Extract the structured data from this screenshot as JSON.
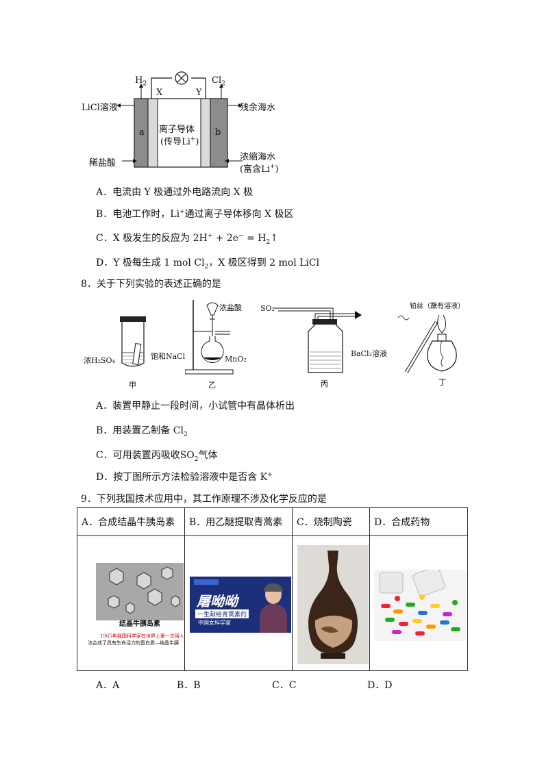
{
  "battery": {
    "h2": "H",
    "h2_sub": "2",
    "cl2": "Cl",
    "cl2_sub": "2",
    "x": "X",
    "y": "Y",
    "left_top": "LiCl溶液",
    "left_bottom": "稀盐酸",
    "electrode_a": "a",
    "electrode_b": "b",
    "center_line1": "离子导体",
    "center_line2_pre": "(传导Li",
    "center_line2_sup": "+",
    "center_line2_post": ")",
    "right_top": "残余海水",
    "right_bottom1": "浓缩海水",
    "right_bottom2_pre": "(富含Li",
    "right_bottom2_sup": "+",
    "right_bottom2_post": ")"
  },
  "q7": {
    "a": "A．电流由 Y 极通过外电路流向 X 极",
    "b_pre": "B．电池工作时，Li",
    "b_sup": "+",
    "b_post": "通过离子导体移向 X 极区",
    "c_pre": "C．X 极发生的反应为 2H",
    "c_sup1": "+",
    "c_mid": " + 2e",
    "c_sup2": "−",
    "c_eq": " = H",
    "c_sub": "2",
    "c_arrow": "↑",
    "d_pre": "D．Y 极每生成 1 mol Cl",
    "d_sub": "2",
    "d_post": "，X 极区得到 2 mol LiCl"
  },
  "q8": {
    "stem": "8．关于下列实验的表述正确的是",
    "jia_acid": "浓H₂SO₄",
    "jia_nacl": "饱和NaCl",
    "jia": "甲",
    "yi_hcl": "浓盐酸",
    "yi_mno2": "MnO₂",
    "yi": "乙",
    "bing_so2": "SO₂",
    "bing_bacl2": "BaCl₂溶液",
    "bing": "丙",
    "ding_wire": "铂丝（蘸有溶液）",
    "ding": "丁",
    "a": "A．装置甲静止一段时间，小试管中有晶体析出",
    "b_pre": "B．用装置乙制备 Cl",
    "b_sub": "2",
    "c_pre": "C．可用装置丙吸收SO",
    "c_sub": "2",
    "c_post": "气体",
    "d_pre": "D．按丁图所示方法检验溶液中是否含 K",
    "d_sup": "+"
  },
  "q9": {
    "stem": "9．下列我国技术应用中，其工作原理不涉及化学反应的是",
    "headers": [
      "A．合成结晶牛胰岛素",
      "B．用乙醚提取青蒿素",
      "C．烧制陶瓷",
      "D．合成药物"
    ],
    "img_a_title": "结晶牛胰岛素",
    "img_a_line1": "1965年我国科学家在世界上第一次用人",
    "img_a_line2": "法合成了具有生命活力的蛋白质—结晶牛胰",
    "img_b_name": "屠呦呦",
    "img_b_line1": "一生献给青蒿素的",
    "img_b_line2": "中国女科学家",
    "answers": [
      "A．A",
      "B．B",
      "C．C",
      "D．D"
    ]
  }
}
